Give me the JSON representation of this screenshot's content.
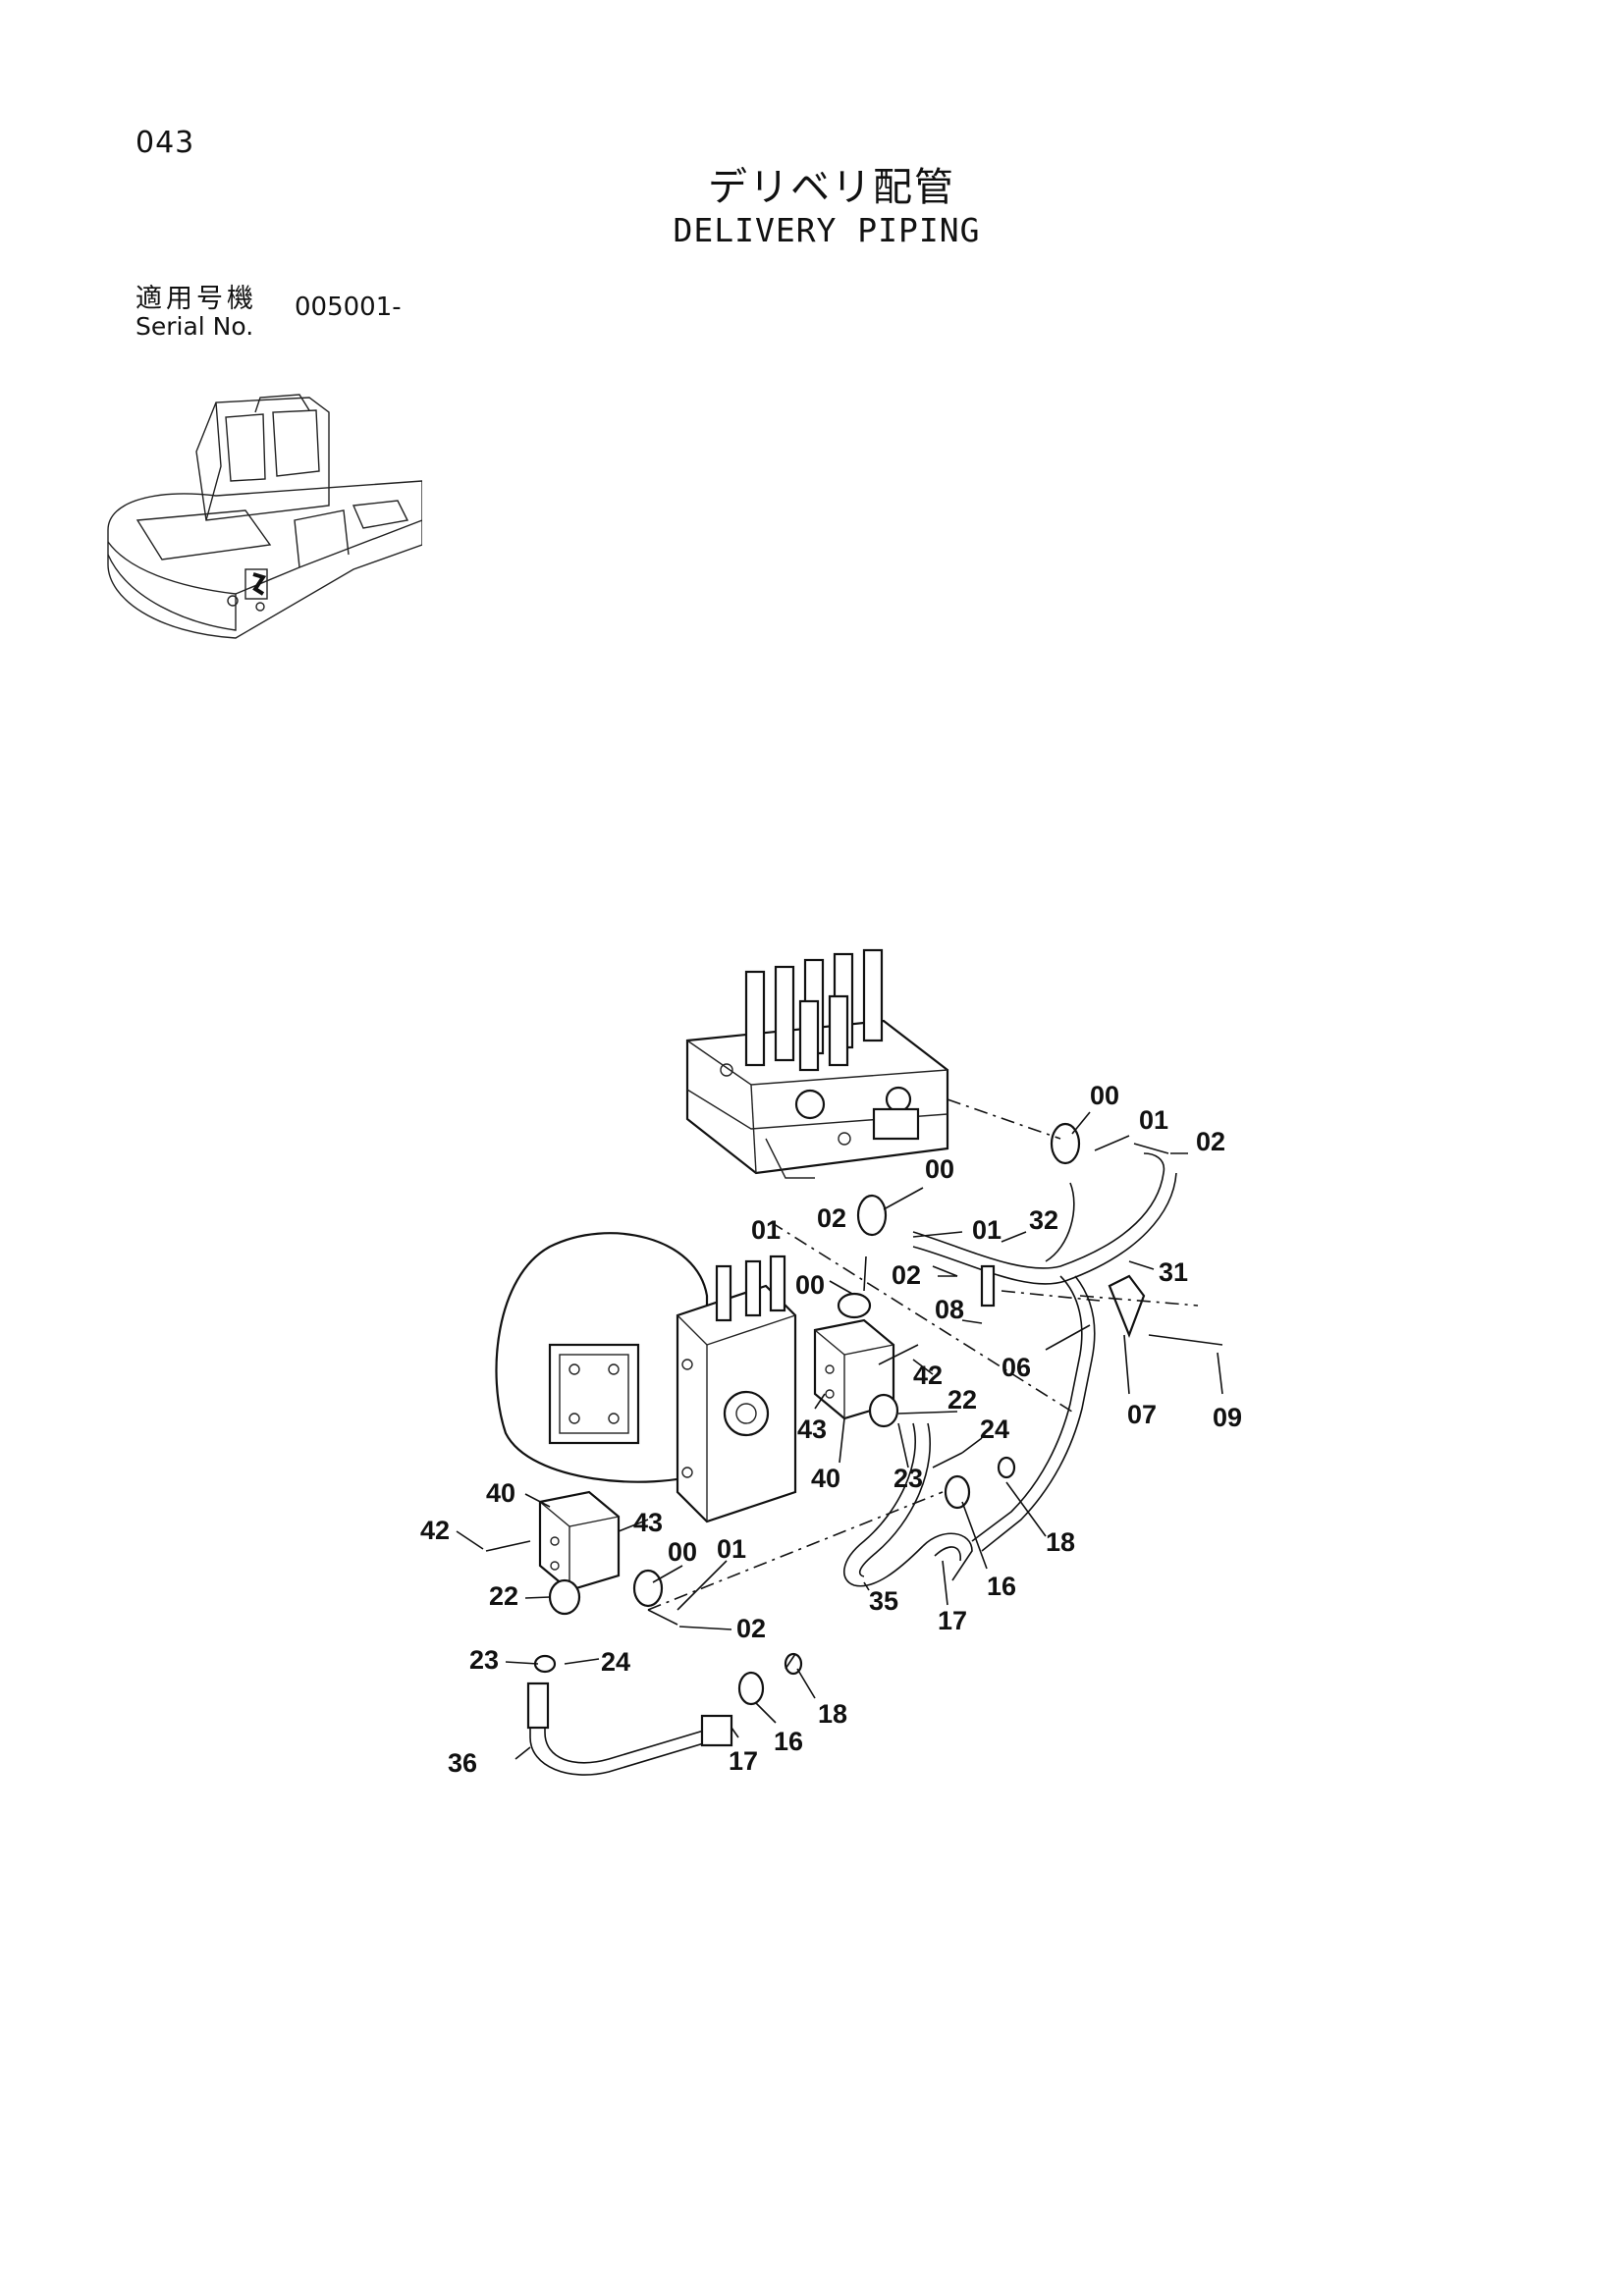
{
  "header": {
    "page_number": "043",
    "title_jp": "デリベリ配管",
    "title_en": "DELIVERY PIPING",
    "serial_label_jp": "適用号機",
    "serial_label_en": "Serial No.",
    "serial_value": "005001-"
  },
  "icons": {
    "thumbnail": "excavator-icon",
    "diagram": "delivery-piping-exploded-view"
  },
  "callouts": [
    {
      "id": "c1",
      "label": "00"
    },
    {
      "id": "c2",
      "label": "01"
    },
    {
      "id": "c3",
      "label": "02"
    },
    {
      "id": "c4",
      "label": "00"
    },
    {
      "id": "c5",
      "label": "01"
    },
    {
      "id": "c6",
      "label": "01"
    },
    {
      "id": "c7",
      "label": "02"
    },
    {
      "id": "c8",
      "label": "32"
    },
    {
      "id": "c9",
      "label": "31"
    },
    {
      "id": "c10",
      "label": "00"
    },
    {
      "id": "c11",
      "label": "02"
    },
    {
      "id": "c12",
      "label": "08"
    },
    {
      "id": "c13",
      "label": "06"
    },
    {
      "id": "c14",
      "label": "07"
    },
    {
      "id": "c15",
      "label": "09"
    },
    {
      "id": "c16",
      "label": "42"
    },
    {
      "id": "c17",
      "label": "22"
    },
    {
      "id": "c18",
      "label": "43"
    },
    {
      "id": "c19",
      "label": "24"
    },
    {
      "id": "c20",
      "label": "40"
    },
    {
      "id": "c21",
      "label": "23"
    },
    {
      "id": "c22",
      "label": "18"
    },
    {
      "id": "c23",
      "label": "16"
    },
    {
      "id": "c24",
      "label": "17"
    },
    {
      "id": "c25",
      "label": "35"
    },
    {
      "id": "c26",
      "label": "40"
    },
    {
      "id": "c27",
      "label": "42"
    },
    {
      "id": "c28",
      "label": "43"
    },
    {
      "id": "c29",
      "label": "00"
    },
    {
      "id": "c30",
      "label": "01"
    },
    {
      "id": "c31",
      "label": "22"
    },
    {
      "id": "c32",
      "label": "02"
    },
    {
      "id": "c33",
      "label": "23"
    },
    {
      "id": "c34",
      "label": "24"
    },
    {
      "id": "c35",
      "label": "18"
    },
    {
      "id": "c36",
      "label": "16"
    },
    {
      "id": "c37",
      "label": "17"
    },
    {
      "id": "c38",
      "label": "36"
    }
  ]
}
